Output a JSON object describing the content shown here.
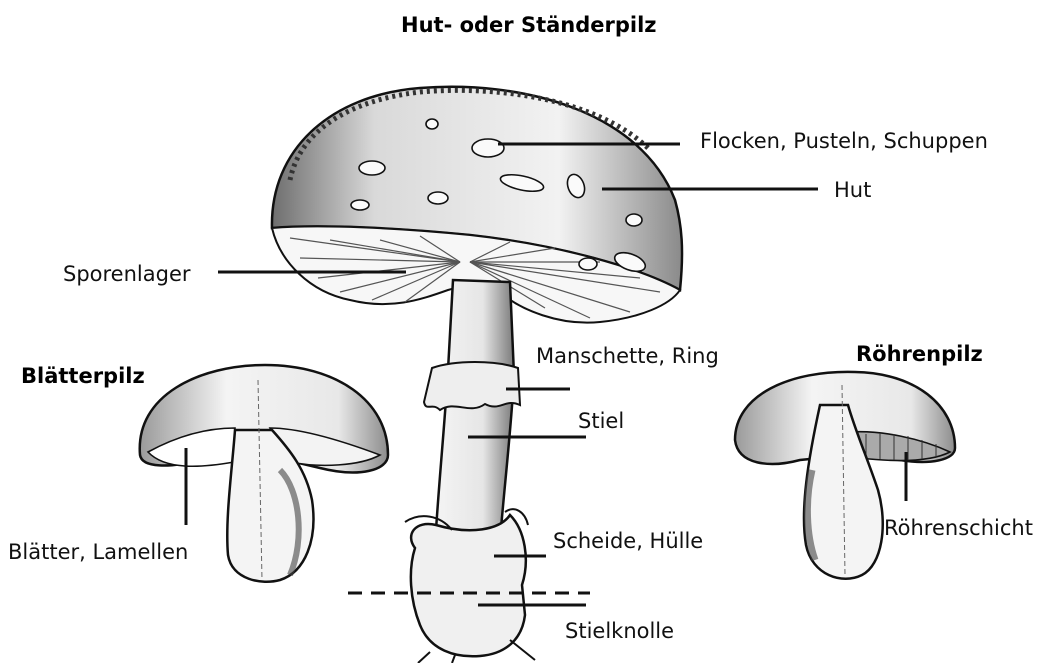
{
  "title": "Hut- oder Ständerpilz",
  "sections": {
    "left": "Blätterpilz",
    "right": "Röhrenpilz"
  },
  "labels": {
    "flocken": "Flocken, Pusteln, Schuppen",
    "hut": "Hut",
    "sporenlager": "Sporenlager",
    "manschette": "Manschette, Ring",
    "stiel": "Stiel",
    "scheide": "Scheide, Hülle",
    "stielknolle": "Stielknolle",
    "blaetter": "Blätter, Lamellen",
    "roehrenschicht": "Röhrenschicht"
  },
  "colors": {
    "ink": "#111111",
    "paper": "#ffffff",
    "shade": "#bdbdbd"
  }
}
